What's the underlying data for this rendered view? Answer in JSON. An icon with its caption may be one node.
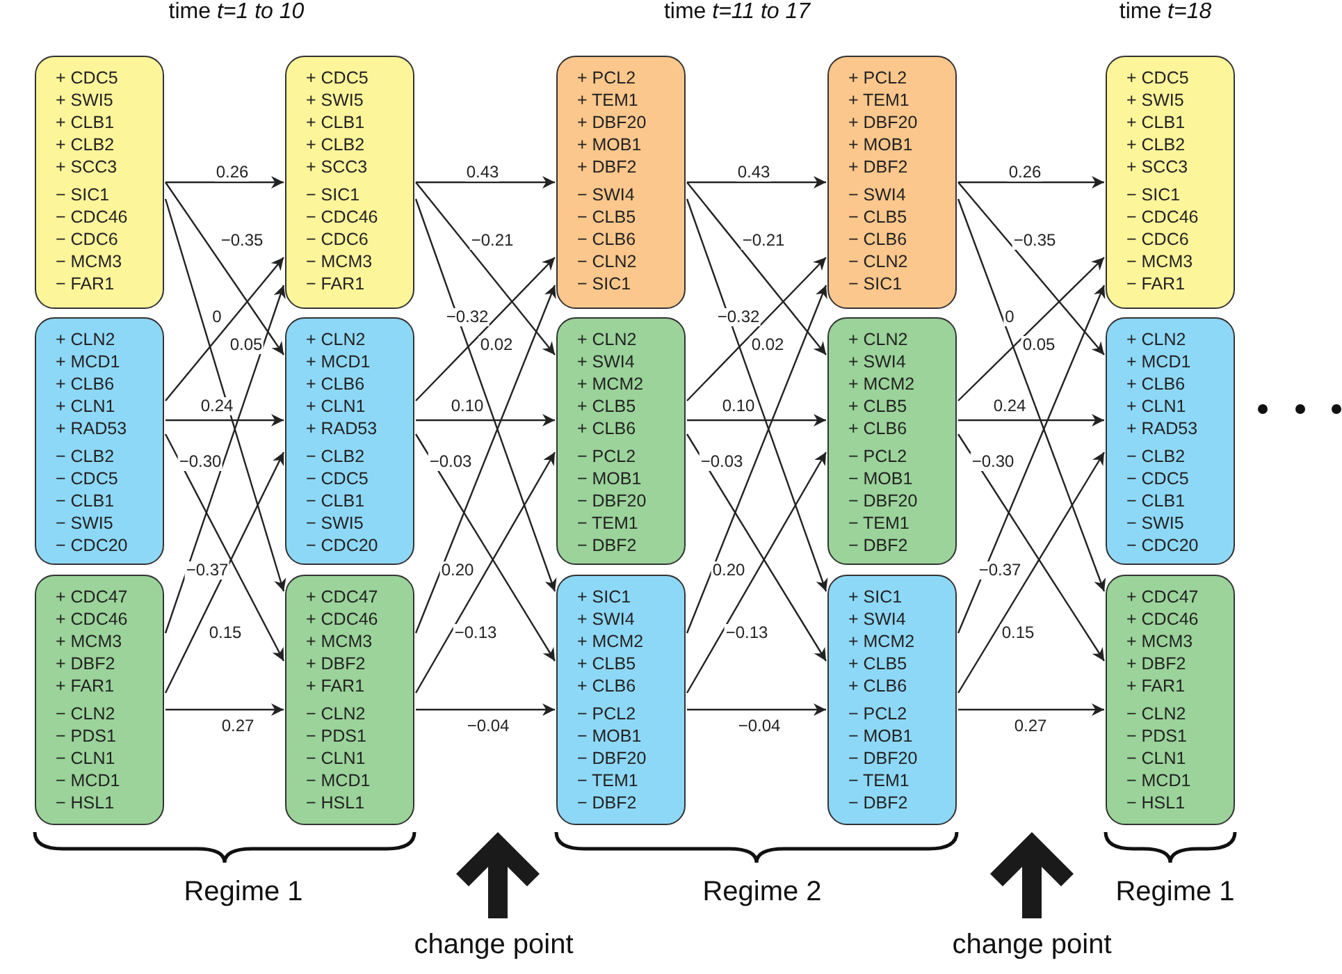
{
  "diagram": {
    "nodes": [
      {
        "text": [
          "+ CDC5",
          "+ SWI5",
          "+ CLB1",
          "+ CLB2",
          "+ SCC3",
          "− SIC1",
          "− CDC46",
          "− CDC6",
          "− MCM3",
          "− FAR1"
        ]
      },
      {
        "text": [
          "+ CLN2",
          "+ MCD1",
          "+ CLB6",
          "+ CLN1",
          "+ RAD53",
          "− CLB2",
          "− CDC5",
          "− CLB1",
          "− SWI5",
          "− CDC20"
        ]
      },
      {
        "text": [
          "+ CDC47",
          "+ CDC46",
          "+ MCM3",
          "+ DBF2",
          "+ FAR1",
          "− CLN2",
          "− PDS1",
          "− CLN1",
          "− MCD1",
          "− HSL1"
        ]
      },
      {
        "text": [
          "+ CDC5",
          "+ SWI5",
          "+ CLB1",
          "+ CLB2",
          "+ SCC3",
          "− SIC1",
          "− CDC46",
          "− CDC6",
          "− MCM3",
          "− FAR1"
        ]
      },
      {
        "text": [
          "+ CLN2",
          "+ MCD1",
          "+ CLB6",
          "+ CLN1",
          "+ RAD53",
          "− CLB2",
          "− CDC5",
          "− CLB1",
          "− SWI5",
          "− CDC20"
        ]
      },
      {
        "text": [
          "+ CDC47",
          "+ CDC46",
          "+ MCM3",
          "+ DBF2",
          "+ FAR1",
          "− CLN2",
          "− PDS1",
          "− CLN1",
          "− MCD1",
          "− HSL1"
        ]
      },
      {
        "text": [
          "+ PCL2",
          "+ TEM1",
          "+ DBF20",
          "+ MOB1",
          "+ DBF2",
          "− SWI4",
          "− CLB5",
          "− CLB6",
          "− CLN2",
          "− SIC1"
        ]
      },
      {
        "text": [
          "+ CLN2",
          "+ SWI4",
          "+ MCM2",
          "+ CLB5",
          "+ CLB6",
          "− PCL2",
          "− MOB1",
          "− DBF20",
          "− TEM1",
          "− DBF2"
        ]
      },
      {
        "text": [
          "+ SIC1",
          "+ SWI4",
          "+ MCM2",
          "+ CLB5",
          "+ CLB6",
          "− PCL2",
          "− MOB1",
          "− DBF20",
          "− TEM1",
          "− DBF2"
        ]
      },
      {
        "text": [
          "+ PCL2",
          "+ TEM1",
          "+ DBF20",
          "+ MOB1",
          "+ DBF2",
          "− SWI4",
          "− CLB5",
          "− CLB6",
          "− CLN2",
          "− SIC1"
        ]
      },
      {
        "text": [
          "+ CLN2",
          "+ SWI4",
          "+ MCM2",
          "+ CLB5",
          "+ CLB6",
          "− PCL2",
          "− MOB1",
          "− DBF20",
          "− TEM1",
          "− DBF2"
        ]
      },
      {
        "text": [
          "+ SIC1",
          "+ SWI4",
          "+ MCM2",
          "+ CLB5",
          "+ CLB6",
          "− PCL2",
          "− MOB1",
          "− DBF20",
          "− TEM1",
          "− DBF2"
        ]
      },
      {
        "text": [
          "+ CDC5",
          "+ SWI5",
          "+ CLB1",
          "+ CLB2",
          "+ SCC3",
          "− SIC1",
          "− CDC46",
          "− CDC6",
          "− MCM3",
          "− FAR1"
        ]
      },
      {
        "text": [
          "+ CLN2",
          "+ MCD1",
          "+ CLB6",
          "+ CLN1",
          "+ RAD53",
          "− CLB2",
          "− CDC5",
          "− CLB1",
          "− SWI5",
          "− CDC20"
        ]
      },
      {
        "text": [
          "+ CDC47",
          "+ CDC46",
          "+ MCM3",
          "+ DBF2",
          "+ FAR1",
          "− CLN2",
          "− PDS1",
          "− CLN1",
          "− MCD1",
          "− HSL1"
        ]
      }
    ],
    "edges": [
      {
        "from": 0,
        "to": 3,
        "arrow": "to",
        "label": "0.26"
      },
      {
        "from": 0,
        "to": 4,
        "arrow": "to",
        "label": "−0.35"
      },
      {
        "from": 0,
        "to": 5,
        "arrow": "to",
        "label": "0"
      },
      {
        "from": 1,
        "to": 3,
        "arrow": "to",
        "label": "0.05"
      },
      {
        "from": 1,
        "to": 4,
        "arrow": "to",
        "label": "0.24"
      },
      {
        "from": 1,
        "to": 5,
        "arrow": "to",
        "label": "−0.30"
      },
      {
        "from": 2,
        "to": 3,
        "arrow": "to",
        "label": "−0.37"
      },
      {
        "from": 2,
        "to": 4,
        "arrow": "to",
        "label": "0.15"
      },
      {
        "from": 2,
        "to": 5,
        "arrow": "to",
        "label": "0.27"
      },
      {
        "from": 3,
        "to": 6,
        "arrow": "to",
        "label": "0.43"
      },
      {
        "from": 3,
        "to": 7,
        "arrow": "to",
        "label": "−0.21"
      },
      {
        "from": 3,
        "to": 8,
        "arrow": "to",
        "label": "−0.32"
      },
      {
        "from": 4,
        "to": 6,
        "arrow": "to",
        "label": "0.02"
      },
      {
        "from": 4,
        "to": 7,
        "arrow": "to",
        "label": "0.10"
      },
      {
        "from": 4,
        "to": 8,
        "arrow": "to",
        "label": "−0.03"
      },
      {
        "from": 5,
        "to": 6,
        "arrow": "to",
        "label": "0.20"
      },
      {
        "from": 5,
        "to": 7,
        "arrow": "to",
        "label": "−0.13"
      },
      {
        "from": 5,
        "to": 8,
        "arrow": "to",
        "label": "−0.04"
      },
      {
        "from": 6,
        "to": 9,
        "arrow": "to",
        "label": "0.43"
      },
      {
        "from": 6,
        "to": 10,
        "arrow": "to",
        "label": "−0.21"
      },
      {
        "from": 6,
        "to": 11,
        "arrow": "to",
        "label": "−0.32"
      },
      {
        "from": 7,
        "to": 9,
        "arrow": "to",
        "label": "0.02"
      },
      {
        "from": 7,
        "to": 10,
        "arrow": "to",
        "label": "0.10"
      },
      {
        "from": 7,
        "to": 11,
        "arrow": "to",
        "label": "−0.03"
      },
      {
        "from": 8,
        "to": 9,
        "arrow": "to",
        "label": "0.20"
      },
      {
        "from": 8,
        "to": 10,
        "arrow": "to",
        "label": "−0.13"
      },
      {
        "from": 8,
        "to": 11,
        "arrow": "to",
        "label": "−0.04"
      },
      {
        "from": 9,
        "to": 12,
        "arrow": "to",
        "label": "0.26"
      },
      {
        "from": 9,
        "to": 13,
        "arrow": "to",
        "label": "−0.35"
      },
      {
        "from": 9,
        "to": 14,
        "arrow": "to",
        "label": "0"
      },
      {
        "from": 10,
        "to": 12,
        "arrow": "to",
        "label": "0.05"
      },
      {
        "from": 10,
        "to": 13,
        "arrow": "to",
        "label": "0.24"
      },
      {
        "from": 10,
        "to": 14,
        "arrow": "to",
        "label": "−0.30"
      },
      {
        "from": 11,
        "to": 12,
        "arrow": "to",
        "label": "−0.37"
      },
      {
        "from": 11,
        "to": 13,
        "arrow": "to",
        "label": "0.15"
      },
      {
        "from": 11,
        "to": 14,
        "arrow": "to",
        "label": "0.27"
      }
    ],
    "labels": [
      "time *t=1 to 10*",
      "time *t=11 to 17*",
      "time *t=18*",
      "Regime 1",
      "Regime 2",
      "Regime 1",
      "change point",
      "change point"
    ]
  }
}
